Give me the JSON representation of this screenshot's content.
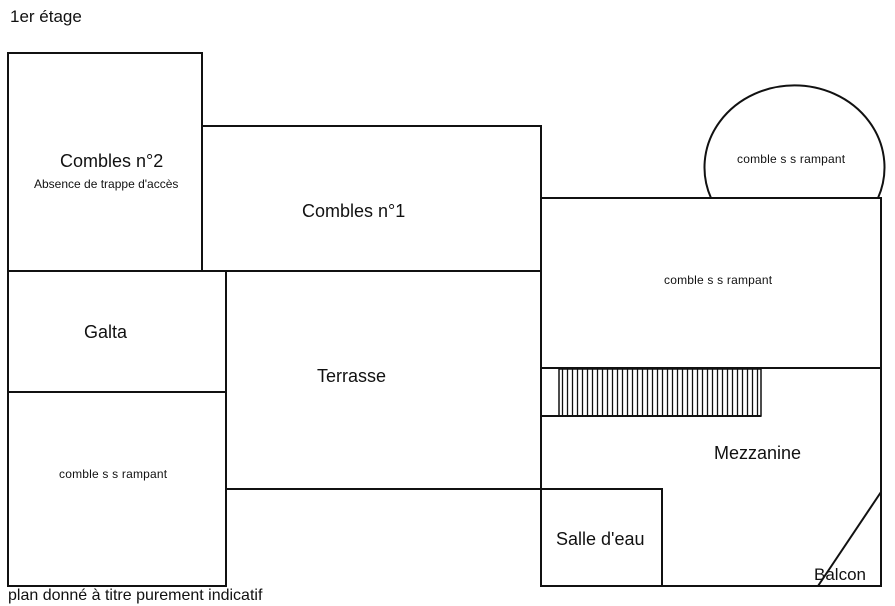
{
  "floor_title": "1er étage",
  "footer_note": "plan donné à titre purement indicatif",
  "rooms": {
    "combles2": {
      "label": "Combles  n°2",
      "note": "Absence de trappe d'accès"
    },
    "combles1": {
      "label": "Combles  n°1"
    },
    "galta": {
      "label": "Galta"
    },
    "terrasse": {
      "label": "Terrasse"
    },
    "combles_rampant_left": {
      "label": "comble s s rampant"
    },
    "combles_rampant_right": {
      "label": "comble s s rampant"
    },
    "combles_rampant_round": {
      "label": "comble s s rampant"
    },
    "mezzanine": {
      "label": "Mezzanine"
    },
    "salle_deau": {
      "label": "Salle d'eau"
    },
    "balcon": {
      "label": "Balcon"
    }
  }
}
